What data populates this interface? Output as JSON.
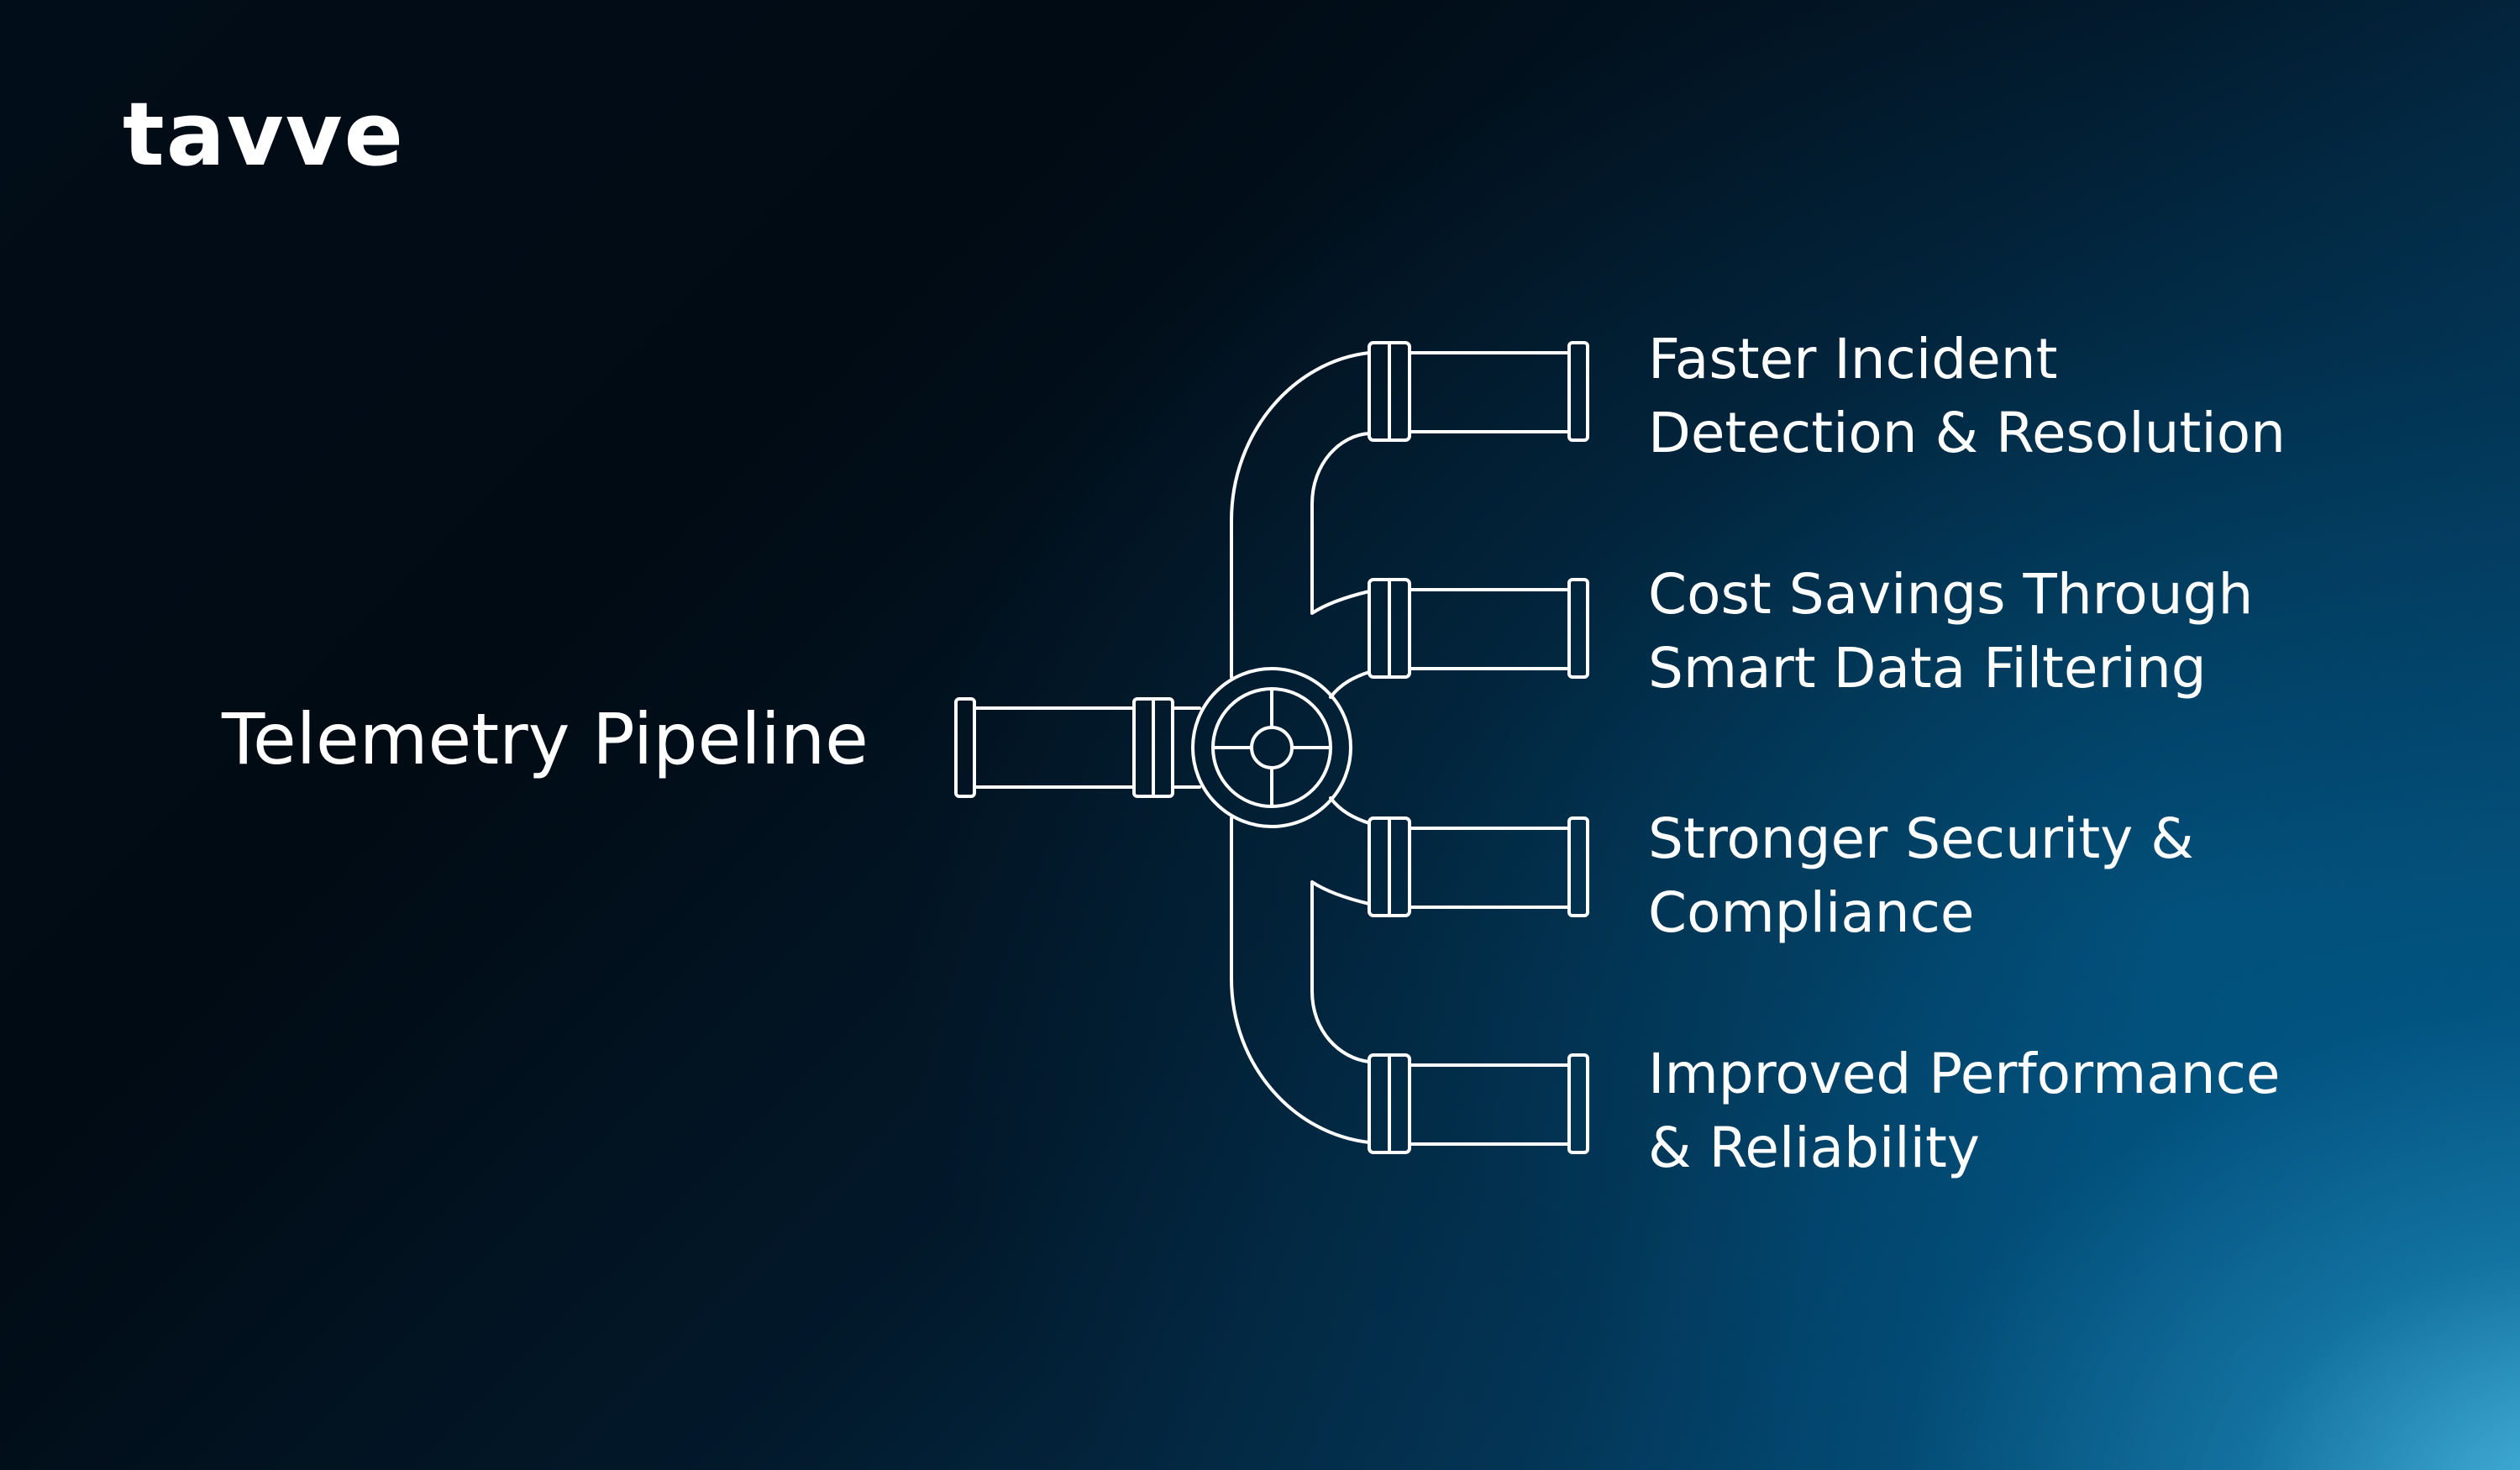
{
  "brand": {
    "logo_text": "tavve"
  },
  "diagram": {
    "title": "Telemetry Pipeline",
    "outputs": [
      {
        "line1": "Faster Incident",
        "line2": "Detection & Resolution"
      },
      {
        "line1": "Cost Savings Through",
        "line2": "Smart Data Filtering"
      },
      {
        "line1": "Stronger Security &",
        "line2": "Compliance"
      },
      {
        "line1": "Improved Performance",
        "line2": "& Reliability"
      }
    ]
  },
  "colors": {
    "background_dark": "#010b14",
    "background_accent": "#0a6a99",
    "highlight": "#4fb3dc",
    "text": "#ffffff",
    "stroke": "#ffffff"
  }
}
